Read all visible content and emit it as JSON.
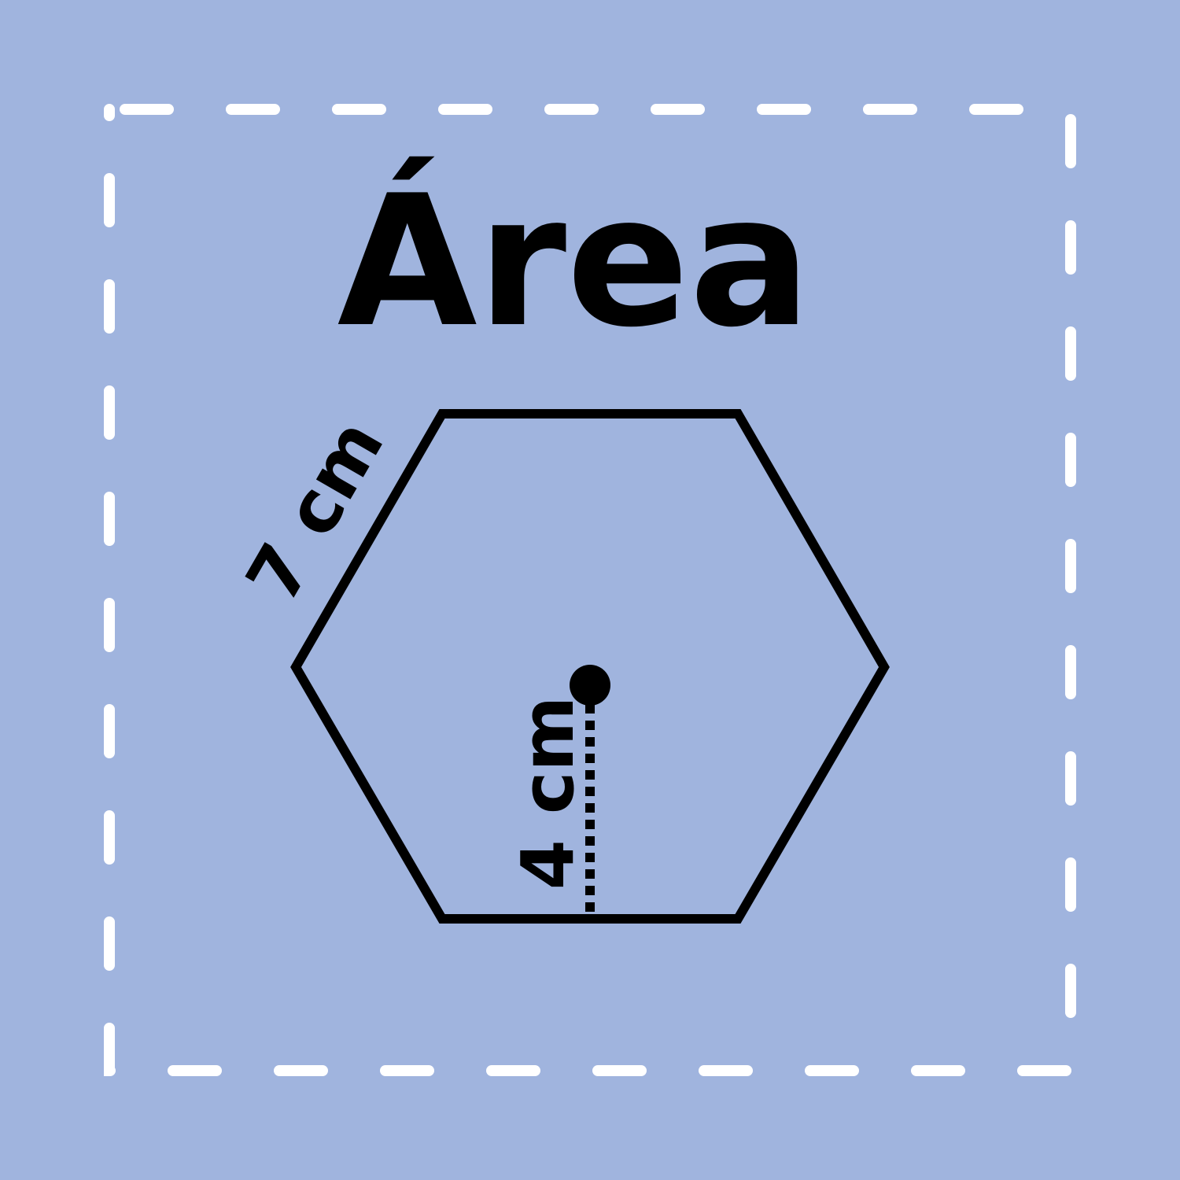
{
  "title": "Área",
  "shape": "hexagon",
  "side_label": "7 cm",
  "apothem_label": "4 cm",
  "colors": {
    "background": "#a0b4de",
    "frame": "#ffffff",
    "ink": "#000000"
  }
}
